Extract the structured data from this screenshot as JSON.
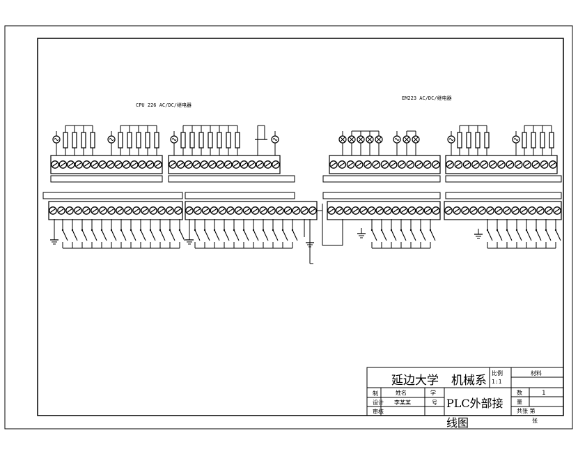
{
  "plc_module": {
    "title": "CPU 226 AC/DC/继电器"
  },
  "expansion_module": {
    "title": "EM223 AC/DC/继电器"
  },
  "title_block": {
    "school": "延边大学",
    "dept": "机械系",
    "scale_label": "比例",
    "scale_value": "1:1",
    "material_label": "材料",
    "drawing_title_line1": "PLC外部接",
    "drawing_title_line2": "线图",
    "row_draw": "制",
    "row_design": "设计",
    "row_review": "审核",
    "name_label": "姓名",
    "student_label": "学",
    "student_label2": "号",
    "designer_name": "李某某",
    "count_label": "数",
    "count_value": "1",
    "weight_label": "量",
    "sheet_label": "共张 第",
    "sheet_label2": "张"
  },
  "colors": {
    "ink": "#000000",
    "paper": "#ffffff"
  }
}
